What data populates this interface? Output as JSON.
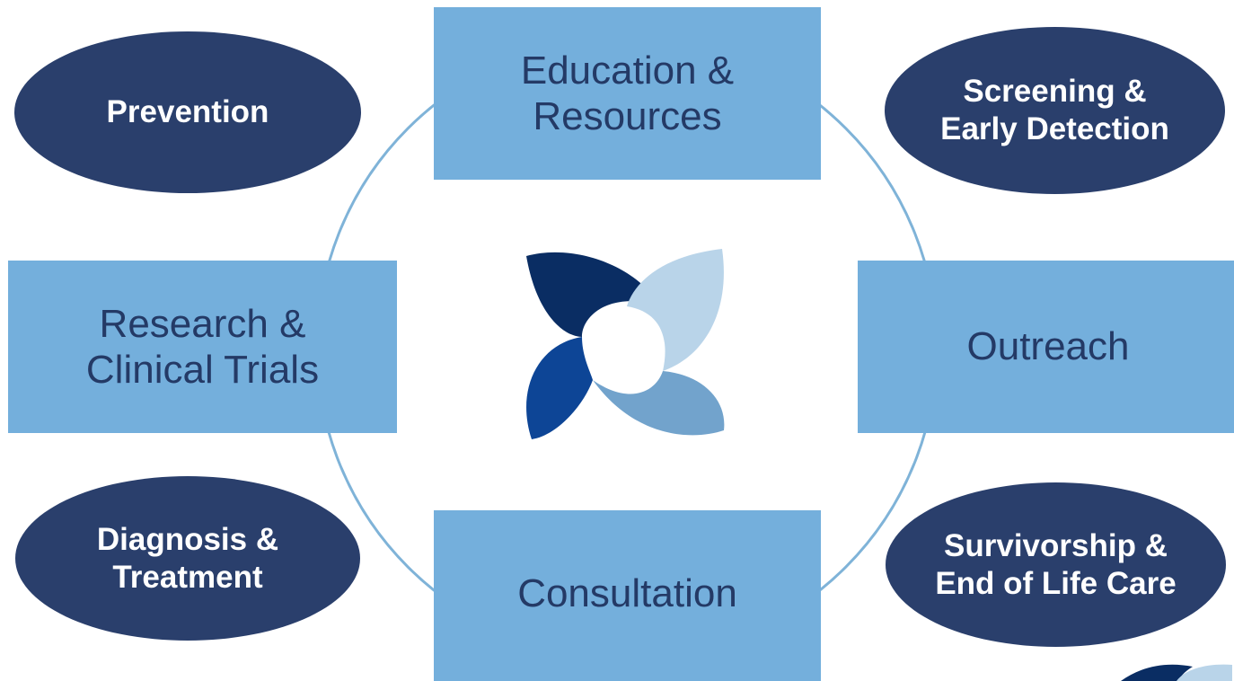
{
  "diagram": {
    "boxes": {
      "top": "Education &\nResources",
      "left": "Research &\nClinical Trials",
      "right": "Outreach",
      "bottom": "Consultation"
    },
    "ovals": {
      "top_left": "Prevention",
      "top_right": "Screening &\nEarly Detection",
      "bottom_left": "Diagnosis &\nTreatment",
      "bottom_right": "Survivorship &\nEnd of Life Care"
    }
  },
  "logo": {
    "icon": "four-petal-logo-icon",
    "colors": [
      "#0a2d63",
      "#b9d4e9",
      "#0d4596",
      "#72a3cc"
    ]
  },
  "colors": {
    "box_fill": "#74afdc",
    "box_text": "#243a66",
    "oval_fill": "#2a3f6c",
    "oval_text": "#ffffff",
    "ring": "#7fb3d8"
  }
}
